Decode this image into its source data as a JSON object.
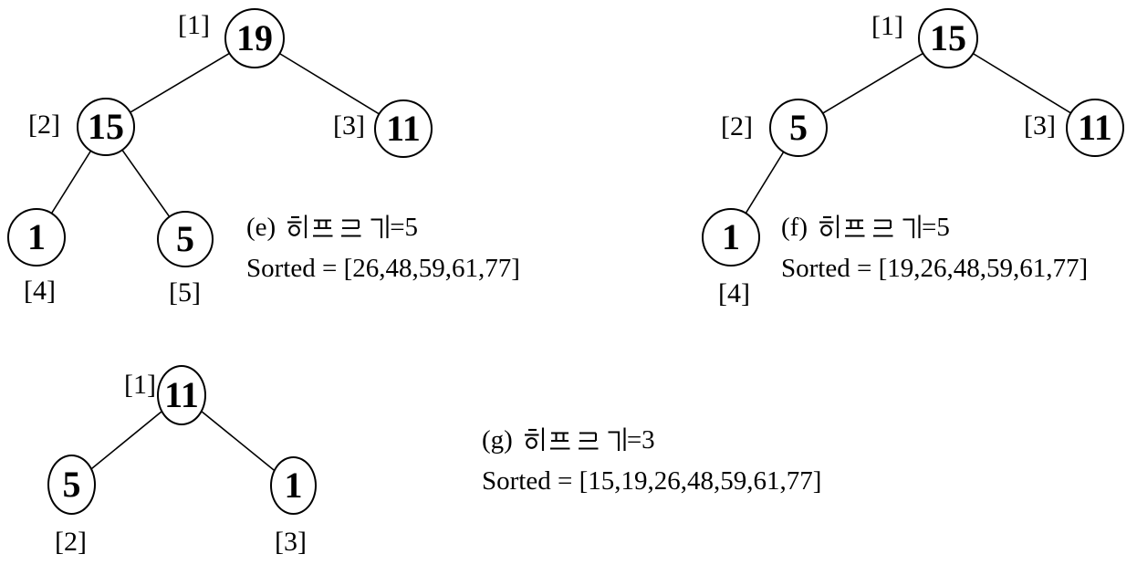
{
  "figure": {
    "heap_size_word": "히프크기",
    "trees": [
      {
        "label": "(e)",
        "heap_size_eq": "=5",
        "sorted": "Sorted = [26,48,59,61,77]",
        "nodes": [
          {
            "index": "[1]",
            "value": "19"
          },
          {
            "index": "[2]",
            "value": "15"
          },
          {
            "index": "[3]",
            "value": "11"
          },
          {
            "index": "[4]",
            "value": "1"
          },
          {
            "index": "[5]",
            "value": "5"
          }
        ],
        "edges": [
          [
            "[1]",
            "[2]"
          ],
          [
            "[1]",
            "[3]"
          ],
          [
            "[2]",
            "[4]"
          ],
          [
            "[2]",
            "[5]"
          ]
        ]
      },
      {
        "label": "(f)",
        "heap_size_eq": "=5",
        "sorted": "Sorted = [19,26,48,59,61,77]",
        "nodes": [
          {
            "index": "[1]",
            "value": "15"
          },
          {
            "index": "[2]",
            "value": "5"
          },
          {
            "index": "[3]",
            "value": "11"
          },
          {
            "index": "[4]",
            "value": "1"
          }
        ],
        "edges": [
          [
            "[1]",
            "[2]"
          ],
          [
            "[1]",
            "[3]"
          ],
          [
            "[2]",
            "[4]"
          ]
        ]
      },
      {
        "label": "(g)",
        "heap_size_eq": "=3",
        "sorted": "Sorted = [15,19,26,48,59,61,77]",
        "nodes": [
          {
            "index": "[1]",
            "value": "11"
          },
          {
            "index": "[2]",
            "value": "5"
          },
          {
            "index": "[3]",
            "value": "1"
          }
        ],
        "edges": [
          [
            "[1]",
            "[2]"
          ],
          [
            "[1]",
            "[3]"
          ]
        ]
      }
    ]
  }
}
